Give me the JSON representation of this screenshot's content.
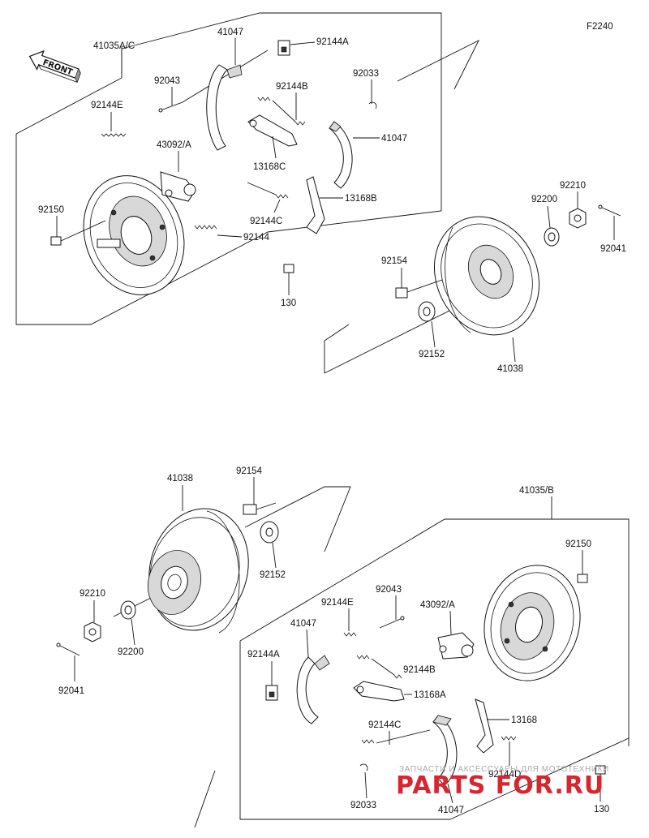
{
  "figure_code": "F2240",
  "front_label": "FRONT",
  "watermark": {
    "small": "ЗАПЧАСТИ И АКСЕССУАРЫ ДЛЯ МОТОТЕХНИКИ",
    "big": "PARTS FOR.RU"
  },
  "labels": {
    "t_41035ac": "41035A/C",
    "t_41047_a": "41047",
    "t_92144a_a": "92144A",
    "t_92043_a": "92043",
    "t_92033_a": "92033",
    "t_92144b_a": "92144B",
    "t_92144e_a": "92144E",
    "t_41047_b": "41047",
    "t_43092a_a": "43092/A",
    "t_13168c": "13168C",
    "t_13168b": "13168B",
    "t_92150_a": "92150",
    "t_92144c_a": "92144C",
    "t_92144_a": "92144",
    "t_130_a": "130",
    "t_92210_a": "92210",
    "t_92200_a": "92200",
    "t_92041_a": "92041",
    "t_92154_a": "92154",
    "t_92152_a": "92152",
    "t_41038_a": "41038",
    "b_41038": "41038",
    "b_92154": "92154",
    "b_41035b": "41035/B",
    "b_92150": "92150",
    "b_92152": "92152",
    "b_92210": "92210",
    "b_92200": "92200",
    "b_92041": "92041",
    "b_92043": "92043",
    "b_92144e": "92144E",
    "b_43092a": "43092/A",
    "b_41047_a": "41047",
    "b_92144a": "92144A",
    "b_92144b": "92144B",
    "b_13168a": "13168A",
    "b_13168": "13168",
    "b_92144c": "92144C",
    "b_92144d": "92144D",
    "b_92033": "92033",
    "b_41047_b": "41047",
    "b_130": "130"
  }
}
